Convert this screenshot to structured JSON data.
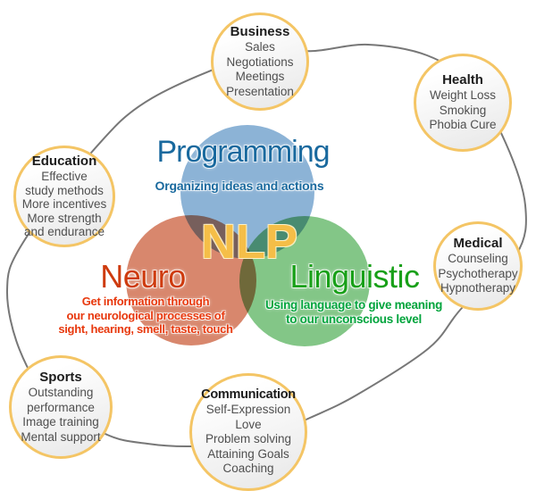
{
  "diagram": {
    "center": {
      "acronym": "NLP",
      "programming": {
        "title": "Programming",
        "subtitle": "Organizing ideas and actions"
      },
      "neuro": {
        "title": "Neuro",
        "lines": [
          "Get information through",
          "our neurological processes of",
          "sight, hearing, smell, taste, touch"
        ]
      },
      "linguistic": {
        "title": "Linguistic",
        "lines": [
          "Using language to give meaning",
          "to our unconscious level"
        ]
      }
    },
    "satellites": {
      "business": {
        "title": "Business",
        "lines": [
          "Sales",
          "Negotiations",
          "Meetings",
          "Presentation"
        ]
      },
      "health": {
        "title": "Health",
        "lines": [
          "Weight Loss",
          "Smoking",
          "Phobia Cure"
        ]
      },
      "education": {
        "title": "Education",
        "lines": [
          "Effective",
          "study methods",
          "More incentives",
          "More strength",
          "and endurance"
        ]
      },
      "medical": {
        "title": "Medical",
        "lines": [
          "Counseling",
          "Psychotherapy",
          "Hypnotherapy"
        ]
      },
      "sports": {
        "title": "Sports",
        "lines": [
          "Outstanding",
          "performance",
          "Image training",
          "Mental support"
        ]
      },
      "communication": {
        "title": "Communication",
        "lines": [
          "Self-Expression",
          "Love",
          "Problem solving",
          "Attaining Goals",
          "Coaching"
        ]
      }
    },
    "colors": {
      "programming_circle": "#8CB3D6",
      "neuro_circle": "#D8876D",
      "linguistic_circle": "#83C687",
      "programming_text": "#19699E",
      "neuro_text": "#CE3B0E",
      "neuro_subtext": "#E8380D",
      "linguistic_text": "#18A018",
      "linguistic_subtext": "#00A43C",
      "acronym_text": "#F5BE48",
      "satellite_border": "#F4C565",
      "orbit_stroke": "#777777"
    }
  }
}
